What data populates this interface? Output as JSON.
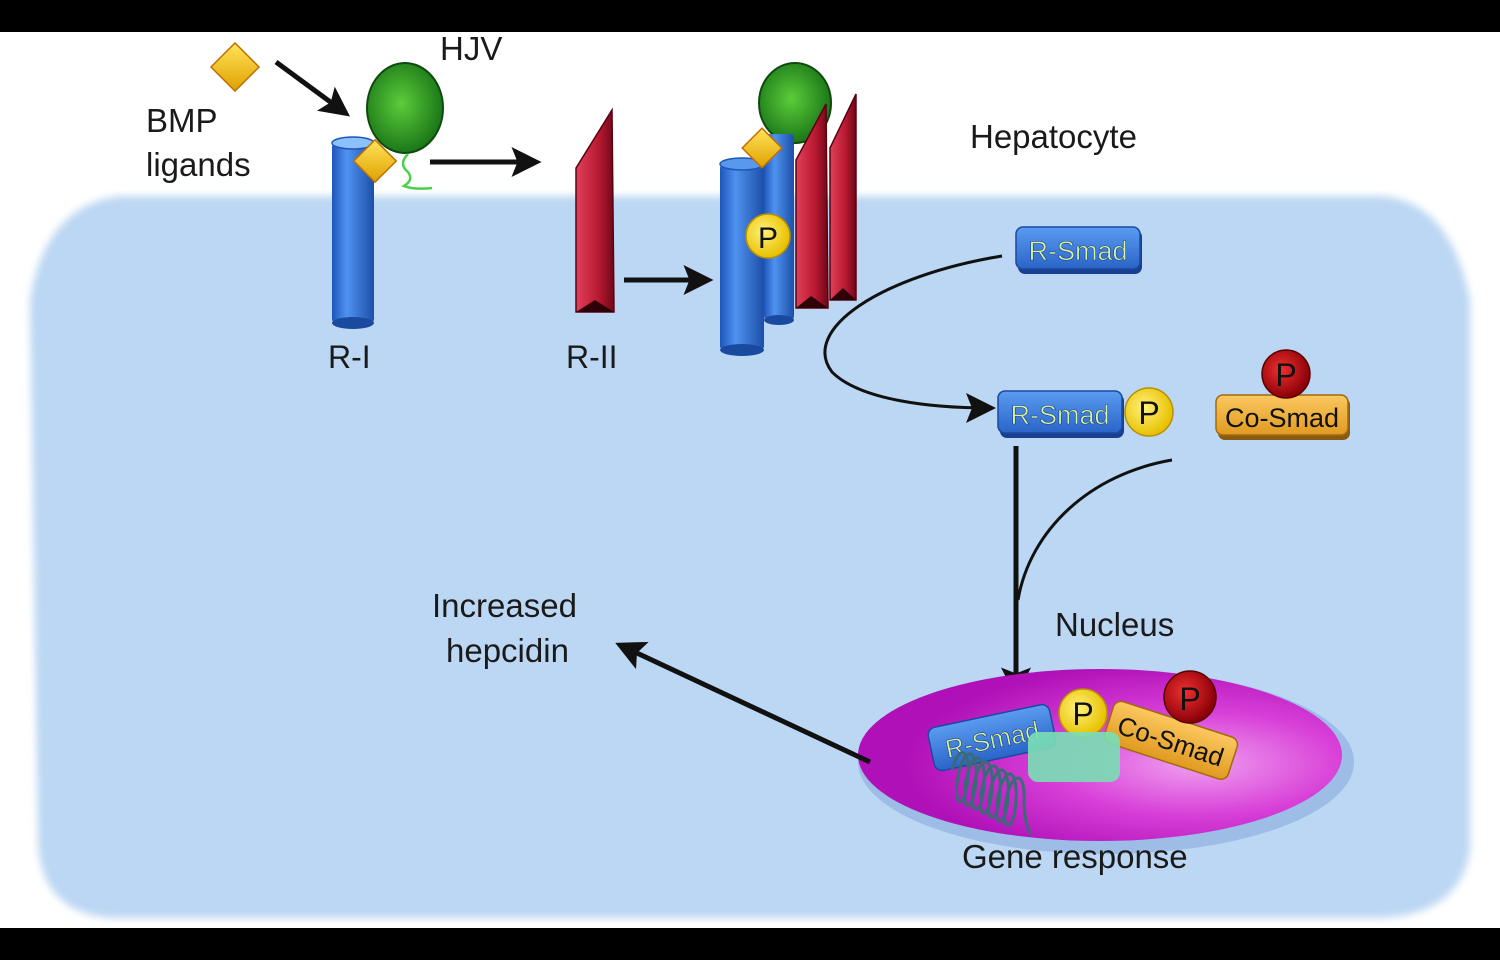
{
  "diagram": {
    "title": "BMP-HJV-SMAD signaling pathway regulating hepcidin in the hepatocyte",
    "labels": {
      "bmp_line1": "BMP",
      "bmp_line2": "ligands",
      "hjv": "HJV",
      "hepatocyte": "Hepatocyte",
      "receptor_1": "R-I",
      "receptor_2": "R-II",
      "nucleus": "Nucleus",
      "increased_line1": "Increased",
      "increased_line2": "hepcidin",
      "gene_response": "Gene response"
    },
    "molecules": {
      "r_smad": "R-Smad",
      "co_smad": "Co-Smad",
      "phosphate": "P"
    },
    "colors": {
      "cell": "#b9d5f2",
      "receptor_1": "#3f7ee0",
      "receptor_2": "#c8203a",
      "hjv": "#2a9a2a",
      "bmp": "#f2c318",
      "r_smad": "#3b7fe0",
      "r_smad_text": "#d8f59a",
      "co_smad": "#f0b040",
      "phosphate_yellow": "#f5d820",
      "phosphate_red": "#c8101a",
      "nucleus": "#d43ad8",
      "arrow": "#111111"
    }
  }
}
